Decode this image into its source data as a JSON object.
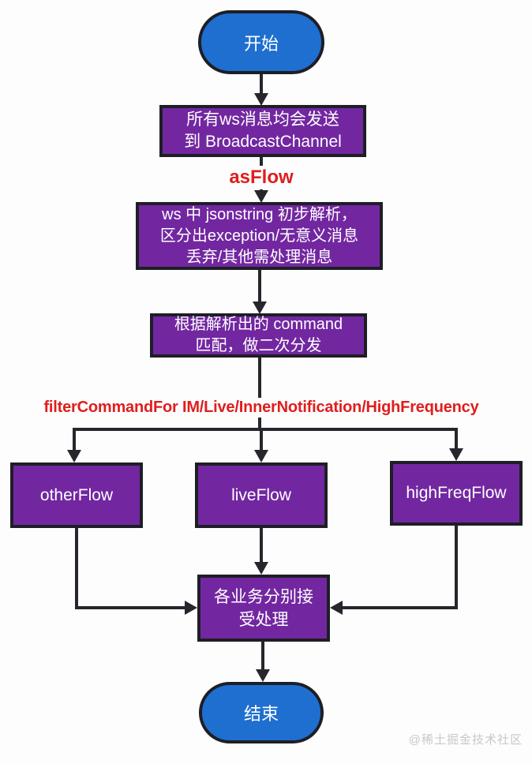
{
  "watermark": "@稀土掘金技术社区",
  "colors": {
    "node_blue": "#1e6fd0",
    "node_purple": "#7227a1",
    "border_dark": "#1e1e26",
    "arrow_dark": "#26262c",
    "label_red": "#e01d1d",
    "node_text": "#ffffff",
    "watermark_gray": "#c8c8c8"
  },
  "edge_labels": {
    "as_flow": "asFlow",
    "filter_command": "filterCommandFor IM/Live/InnerNotification/HighFrequency"
  },
  "nodes": {
    "start": {
      "label": "开始"
    },
    "broadcast": {
      "lines": {
        "l1": "所有ws消息均会发送",
        "l2": "到 BroadcastChannel"
      }
    },
    "parse": {
      "lines": {
        "l1": "ws 中 jsonstring 初步解析，",
        "l2": "区分出exception/无意义消息",
        "l3": "丢弃/其他需处理消息"
      }
    },
    "dispatch": {
      "lines": {
        "l1": "根据解析出的 command",
        "l2": "匹配，做二次分发"
      }
    },
    "other_flow": {
      "label": "otherFlow"
    },
    "live_flow": {
      "label": "liveFlow"
    },
    "high_freq_flow": {
      "label": "highFreqFlow"
    },
    "business": {
      "lines": {
        "l1": "各业务分别接",
        "l2": "受处理"
      }
    },
    "end": {
      "label": "结束"
    }
  }
}
